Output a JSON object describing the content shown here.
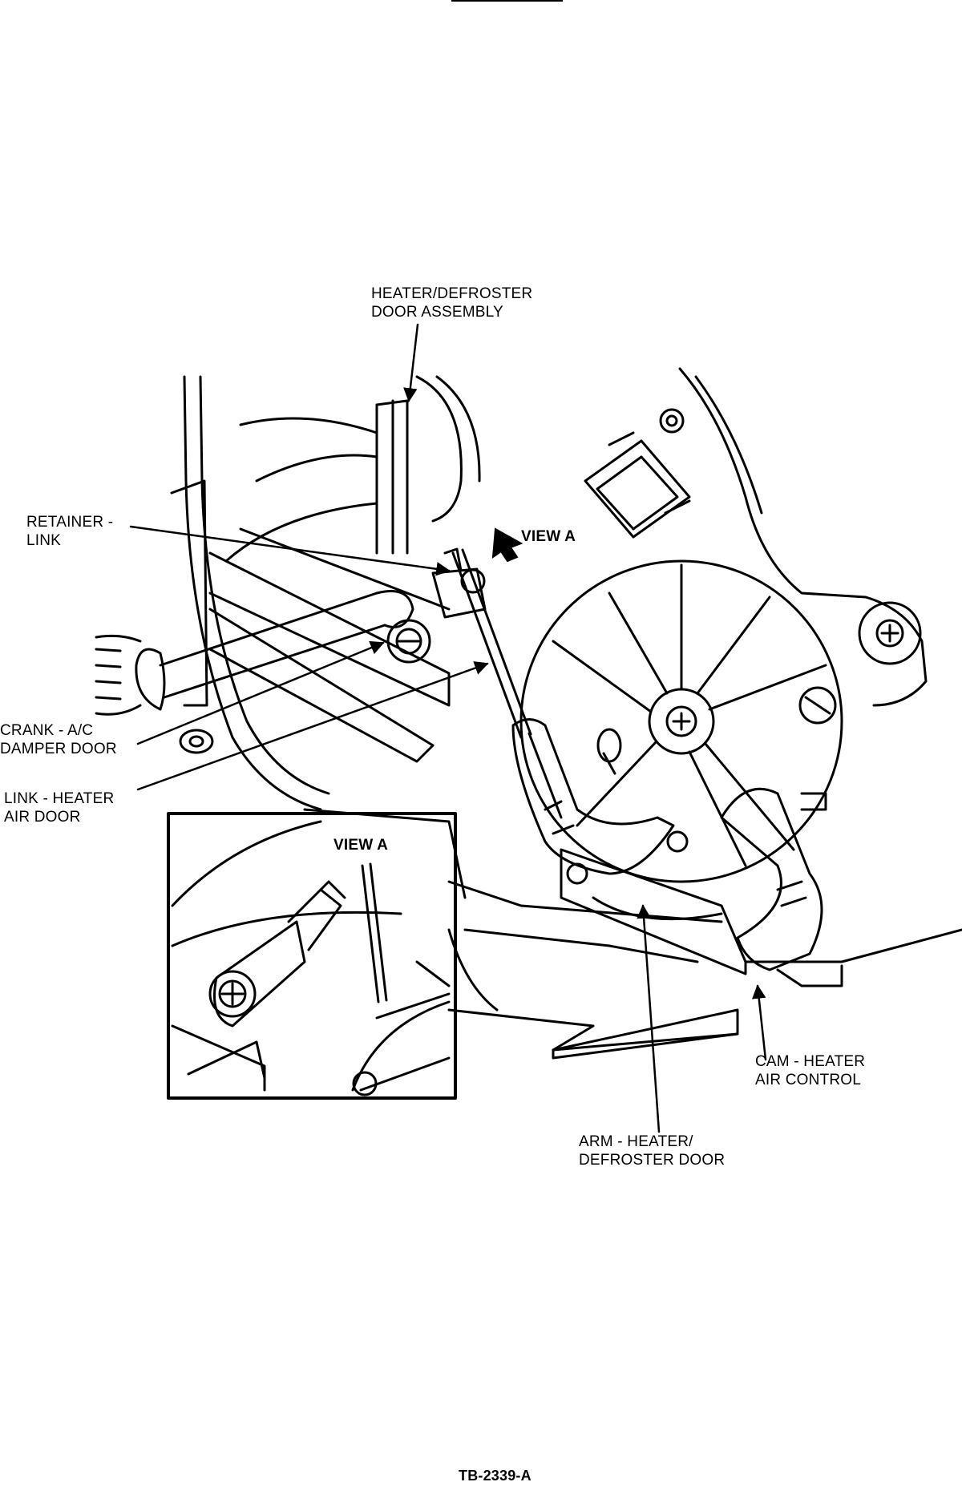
{
  "labels": {
    "heater_defroster_door_assembly": [
      "HEATER/DEFROSTER",
      "DOOR ASSEMBLY"
    ],
    "retainer_link": [
      "RETAINER -",
      "LINK"
    ],
    "view_a_arrow": "VIEW A",
    "crank_ac_damper_door": [
      "CRANK - A/C",
      "DAMPER DOOR"
    ],
    "link_heater_air_door": [
      "LINK - HEATER",
      "AIR DOOR"
    ],
    "view_a_inset_title": "VIEW A",
    "cam_heater_air_control": [
      "CAM - HEATER",
      "AIR CONTROL"
    ],
    "arm_heater_defroster_door": [
      "ARM - HEATER/",
      "DEFROSTER DOOR"
    ],
    "figure_id": "TB-2339-A"
  },
  "colors": {
    "ink": "#000000",
    "paper": "#ffffff"
  }
}
